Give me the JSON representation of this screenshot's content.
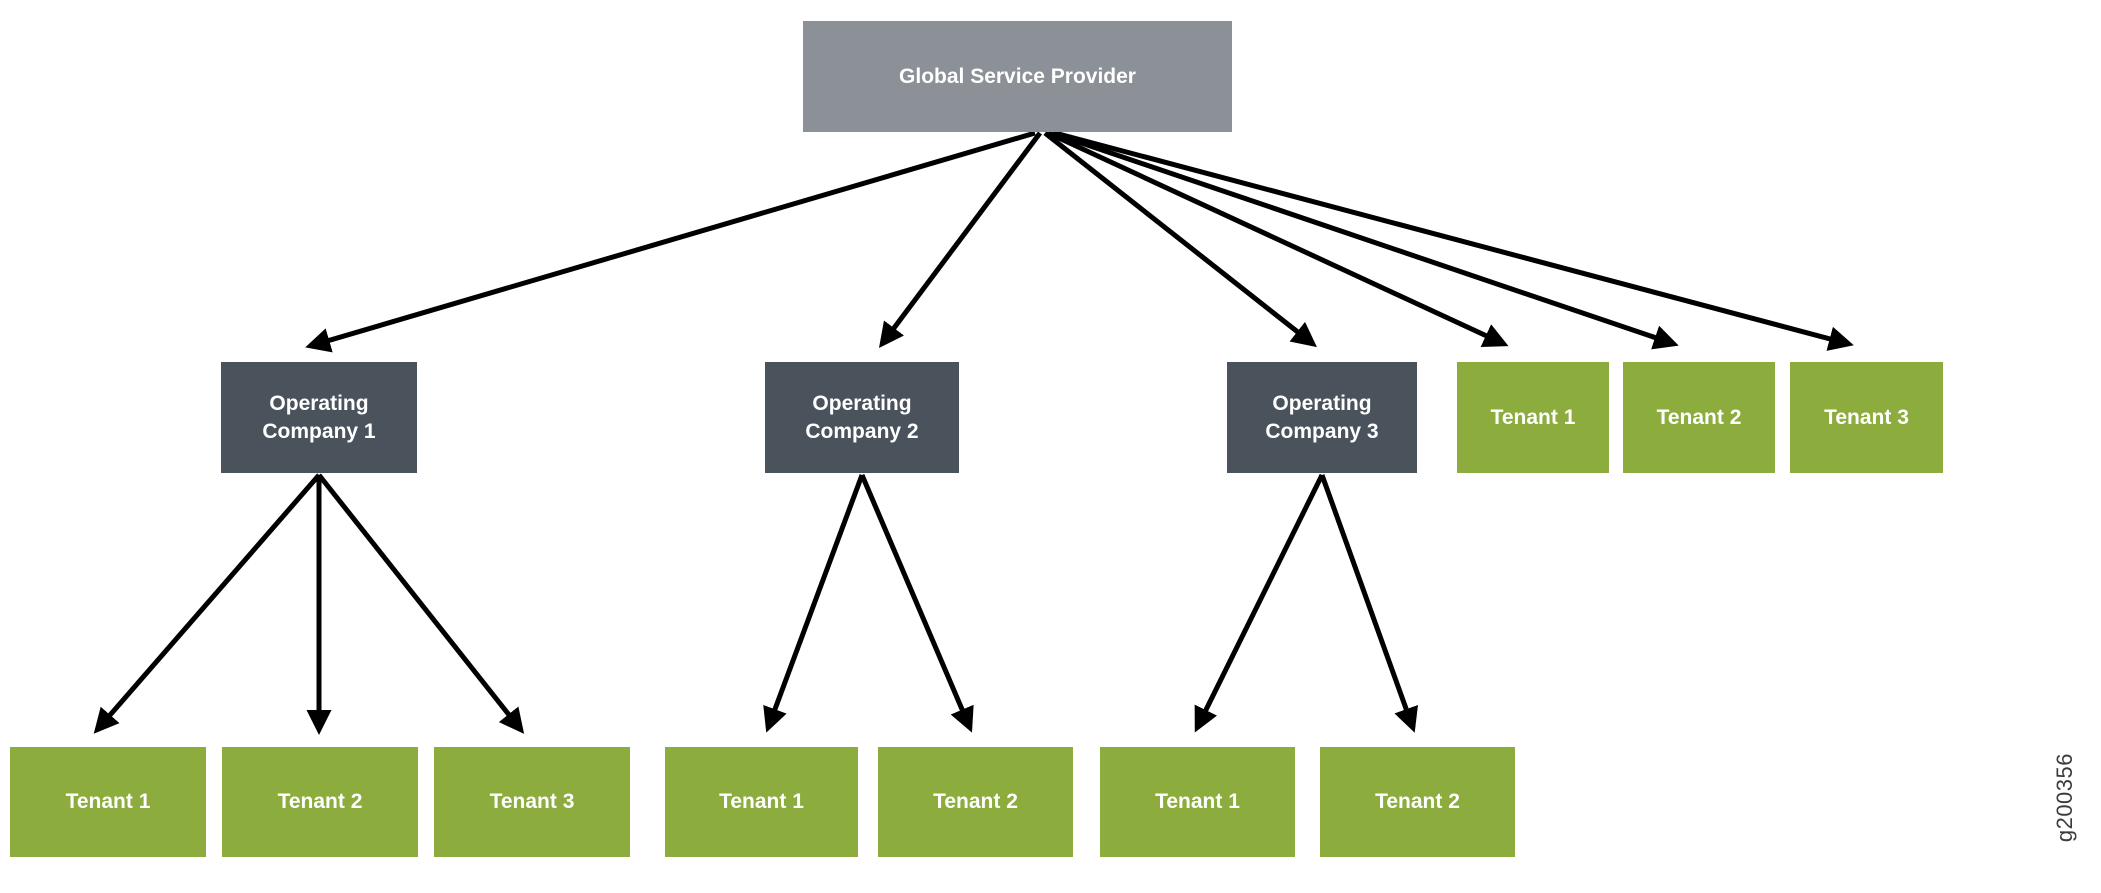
{
  "watermark": "g200356",
  "colors": {
    "background": "#FFFFFF",
    "provider_box": "#8B9196",
    "operating_company_box": "#4A525B",
    "tenant_box": "#8CAC3E",
    "arrow": "#000000",
    "box_text": "#FFFFFF",
    "watermark_text": "#3C3C3C"
  },
  "nodes": {
    "provider": {
      "label": "Global Service Provider",
      "type": "service-provider"
    },
    "operating_companies": [
      {
        "label": "Operating Company 1"
      },
      {
        "label": "Operating Company 2"
      },
      {
        "label": "Operating Company 3"
      }
    ],
    "provider_tenants": [
      {
        "label": "Tenant 1"
      },
      {
        "label": "Tenant 2"
      },
      {
        "label": "Tenant 3"
      }
    ],
    "oc1_tenants": [
      {
        "label": "Tenant 1"
      },
      {
        "label": "Tenant 2"
      },
      {
        "label": "Tenant 3"
      }
    ],
    "oc2_tenants": [
      {
        "label": "Tenant 1"
      },
      {
        "label": "Tenant 2"
      }
    ],
    "oc3_tenants": [
      {
        "label": "Tenant 1"
      },
      {
        "label": "Tenant 2"
      }
    ]
  },
  "edges": [
    {
      "from": "Global Service Provider",
      "to": "Operating Company 1"
    },
    {
      "from": "Global Service Provider",
      "to": "Operating Company 2"
    },
    {
      "from": "Global Service Provider",
      "to": "Operating Company 3"
    },
    {
      "from": "Global Service Provider",
      "to": "Tenant 1 (direct)"
    },
    {
      "from": "Global Service Provider",
      "to": "Tenant 2 (direct)"
    },
    {
      "from": "Global Service Provider",
      "to": "Tenant 3 (direct)"
    },
    {
      "from": "Operating Company 1",
      "to": "Tenant 1"
    },
    {
      "from": "Operating Company 1",
      "to": "Tenant 2"
    },
    {
      "from": "Operating Company 1",
      "to": "Tenant 3"
    },
    {
      "from": "Operating Company 2",
      "to": "Tenant 1"
    },
    {
      "from": "Operating Company 2",
      "to": "Tenant 2"
    },
    {
      "from": "Operating Company 3",
      "to": "Tenant 1"
    },
    {
      "from": "Operating Company 3",
      "to": "Tenant 2"
    }
  ]
}
